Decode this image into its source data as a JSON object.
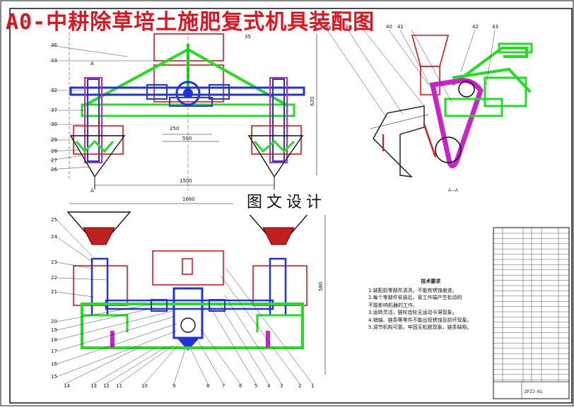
{
  "title": "A0-中耕除草培土施肥复式机具装配图",
  "watermark": "图文设计",
  "section_label": "A—A",
  "tech_requirements": {
    "heading": "技术要求",
    "items": [
      "1.装配前零部件清洗，不能有锈蚀痕迹。",
      "2.每个零部件安装后，紧工作端产生松动的",
      "  不能影响机器的工作。",
      "3.运转灵活，链轮齿轮无运动卡滞现象。",
      "4.销轴、链条等零件不能出现锈蚀及损坏现象。",
      "5.调节机构可靠，牢固无松脱现象，链条缺陷。"
    ]
  },
  "bom_code": "ZFZJ-01",
  "top_view_labels": [
    "36",
    "33",
    "32",
    "37",
    "30",
    "29",
    "28",
    "27",
    "26"
  ],
  "top_callouts": [
    "35",
    "36",
    "34",
    "39",
    "40",
    "41",
    "42",
    "43"
  ],
  "bottom_left_labels": [
    "25",
    "24",
    "23",
    "22",
    "21",
    "20",
    "19",
    "18",
    "17",
    "16",
    "15"
  ],
  "bottom_labels": [
    "14",
    "13",
    "12",
    "11",
    "10",
    "9",
    "8",
    "7",
    "6",
    "5",
    "4",
    "3",
    "2",
    "1"
  ],
  "section_marks": [
    "A",
    "A"
  ],
  "dimensions": [
    "250",
    "500",
    "1500",
    "1680",
    "620",
    "580"
  ]
}
